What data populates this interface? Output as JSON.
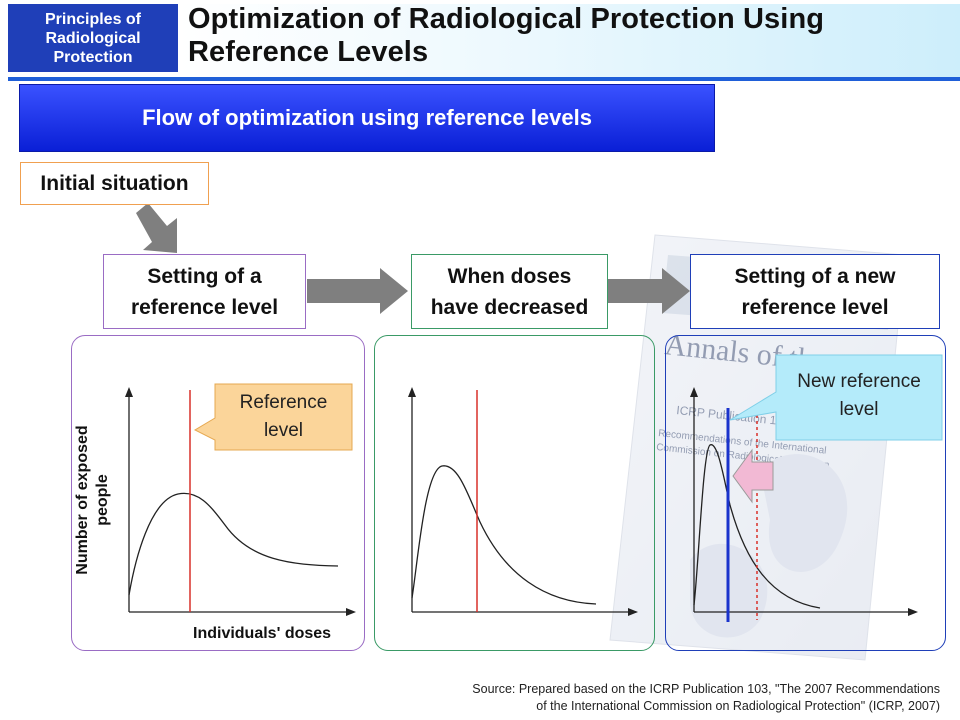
{
  "header": {
    "category_lines": [
      "Principles of",
      "Radiological",
      "Protection"
    ],
    "title_lines": [
      "Optimization of Radiological Protection Using",
      "Reference Levels"
    ]
  },
  "banner": {
    "text": "Flow of optimization using reference levels"
  },
  "flow": {
    "initial": "Initial situation",
    "step1_lines": [
      "Setting of a",
      "reference level"
    ],
    "step2_lines": [
      "When doses",
      "have decreased"
    ],
    "step3_lines": [
      "Setting of a new",
      "reference level"
    ]
  },
  "panel1": {
    "callout_lines": [
      "Reference",
      "level"
    ],
    "ylabel_lines": [
      "Number of exposed",
      "people"
    ],
    "xlabel": "Individuals' doses"
  },
  "panel3": {
    "callout_lines": [
      "New reference",
      "level"
    ],
    "background_cover": {
      "title": "Annals of the",
      "publication": "ICRP Publication 103",
      "subtitle_lines": [
        "Recommendations of the International",
        "Commission on Radiological Protection"
      ]
    }
  },
  "source_lines": [
    "Source: Prepared based on the ICRP Publication 103, \"The 2007 Recommendations",
    "of the International Commission on Radiological Protection\" (ICRP, 2007)"
  ],
  "colors": {
    "category_bg": "#1f3fb8",
    "banner_bg": "#1a30ee",
    "reference_line": "#d9302a",
    "new_reference_line": "#1a33cc",
    "callout1_fill": "#fbd59a",
    "callout2_fill": "#b4ebfa",
    "arrow_gray": "#7f7f7f",
    "pink_arrow": "#f2b9d4"
  }
}
